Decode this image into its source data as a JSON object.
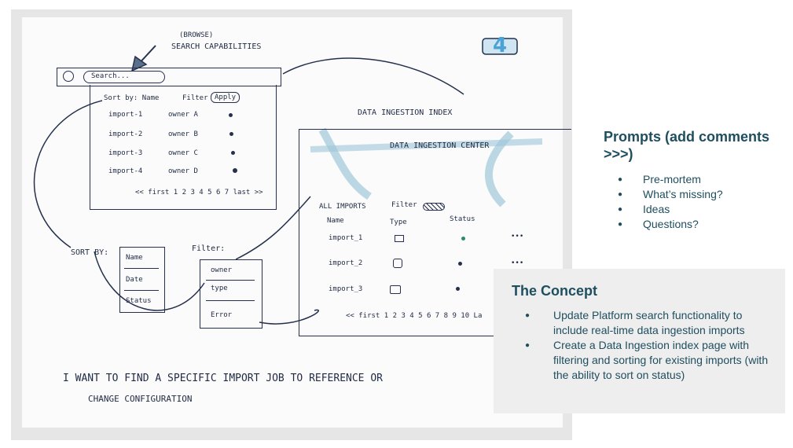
{
  "sketch": {
    "browse_label": "(BROWSE)",
    "search_capabilities": "SEARCH CAPABILITIES",
    "search_placeholder": "Search...",
    "sort_by_short": "Sort by: Name",
    "filter_short": "Filter",
    "apply_label": "Apply",
    "search_rows": [
      {
        "name": "import-1",
        "owner": "owner A"
      },
      {
        "name": "import-2",
        "owner": "owner B"
      },
      {
        "name": "import-3",
        "owner": "owner C"
      },
      {
        "name": "import-4",
        "owner": "owner D"
      }
    ],
    "pagination": "<< first 1 2 3 4 5 6 7 last >>",
    "sort_by_label": "SORT BY:",
    "sort_options": [
      "Name",
      "Date",
      "Status"
    ],
    "filter_label": "Filter:",
    "filter_options": [
      "owner",
      "type",
      "Error"
    ],
    "index_title": "DATA INGESTION INDEX",
    "center_title": "DATA INGESTION CENTER",
    "all_imports": "ALL IMPORTS",
    "center_filter": "Filter",
    "columns": [
      "Name",
      "Type",
      "Status"
    ],
    "center_rows": [
      {
        "name": "import_1"
      },
      {
        "name": "import_2"
      },
      {
        "name": "import_3"
      }
    ],
    "center_pagination": "<< first 1 2 3 4 5 6 7 8 9 10 La",
    "goal_line1": "I WANT TO FIND A SPECIFIC IMPORT JOB TO REFERENCE OR",
    "goal_line2": "CHANGE CONFIGURATION",
    "logo_text": "4"
  },
  "prompts": {
    "title": "Prompts (add comments >>>)",
    "items": [
      "Pre-mortem",
      "What’s missing?",
      "Ideas",
      "Questions?"
    ]
  },
  "concept": {
    "title": "The Concept",
    "items": [
      "Update Platform search functionality to include real-time data ingestion imports",
      "Create a Data Ingestion index page with filtering and sorting for existing imports (with the ability to sort on status)"
    ]
  }
}
